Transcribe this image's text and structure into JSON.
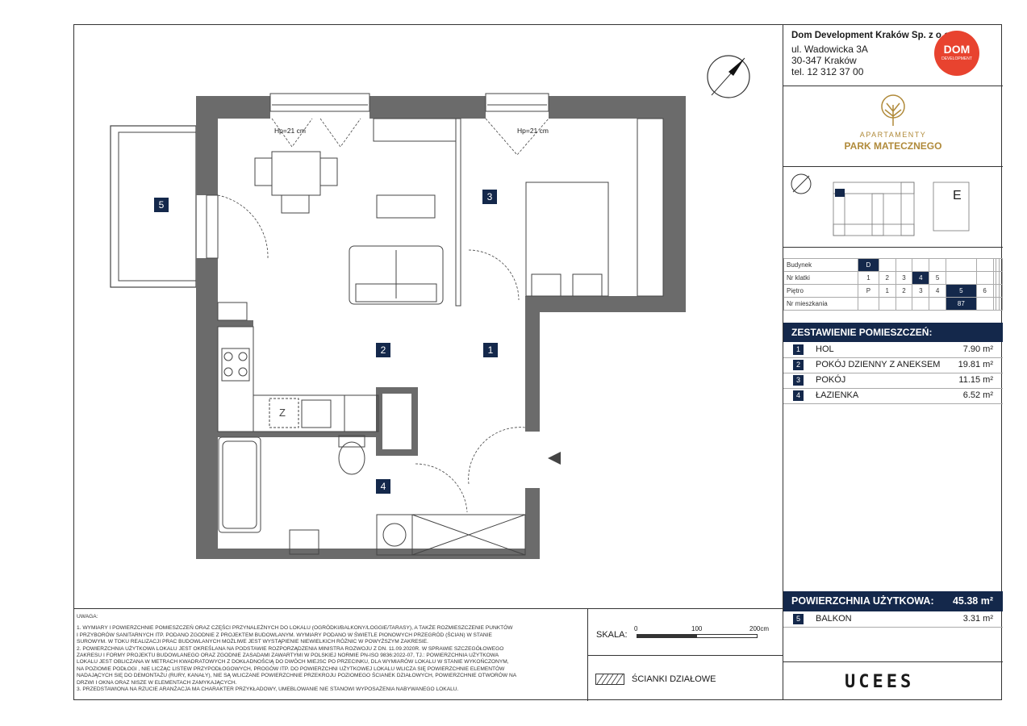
{
  "company": {
    "name": "Dom Development Kraków Sp. z o.o.",
    "street": "ul. Wadowicka 3A",
    "city": "30-347 Kraków",
    "phone": "tel. 12 312 37 00",
    "logo_text": "DOM",
    "logo_sub": "DEVELOPMENT"
  },
  "brand": {
    "line1": "APARTAMENTY",
    "line2": "PARK MATECZNEGO"
  },
  "keyplan": {
    "building_letter": "E"
  },
  "selector": {
    "rows": [
      {
        "label": "Budynek",
        "cells": [
          "D",
          "",
          "",
          "",
          "",
          "",
          "",
          "",
          "",
          ""
        ],
        "selected": 0
      },
      {
        "label": "Nr klatki",
        "cells": [
          "1",
          "2",
          "3",
          "4",
          "5",
          "",
          "",
          "",
          "",
          ""
        ],
        "selected": 3
      },
      {
        "label": "Piętro",
        "cells": [
          "P",
          "1",
          "2",
          "3",
          "4",
          "5",
          "6",
          "",
          "",
          ""
        ],
        "selected": 5
      },
      {
        "label": "Nr mieszkania",
        "cells": [
          "",
          "",
          "",
          "",
          "",
          "87",
          "",
          "",
          "",
          ""
        ],
        "selected": 5
      }
    ]
  },
  "rooms": {
    "heading": "ZESTAWIENIE POMIESZCZEŃ:",
    "items": [
      {
        "num": "1",
        "name": "HOL",
        "area": "7.90 m²"
      },
      {
        "num": "2",
        "name": "POKÓJ DZIENNY Z ANEKSEM",
        "area": "19.81 m²"
      },
      {
        "num": "3",
        "name": "POKÓJ",
        "area": "11.15 m²"
      },
      {
        "num": "4",
        "name": "ŁAZIENKA",
        "area": "6.52 m²"
      }
    ]
  },
  "total": {
    "label": "POWIERZCHNIA UŻYTKOWA:",
    "value": "45.38 m²"
  },
  "balcony": {
    "num": "5",
    "name": "BALKON",
    "area": "3.31 m²"
  },
  "plan": {
    "window_height_1": "Hp=21 cm",
    "window_height_2": "Hp=21 cm",
    "room_labels": [
      "5",
      "2",
      "3",
      "1",
      "4"
    ],
    "fridge_label": "Z"
  },
  "notes": {
    "title": "UWAGA:",
    "lines": [
      "1. WYMIARY I POWIERZCHNIE POMIESZCZEŃ ORAZ CZĘŚCI PRZYNALEŻNYCH DO LOKALU (OGRÓDKI/BALKONY/LOGGIE/TARASY), A TAKŻE ROZMIESZCZENIE PUNKTÓW",
      "I PRZYBORÓW SANITARNYCH ITP. PODANO ZGODNIE Z PROJEKTEM BUDOWLANYM. WYMIARY PODANO W ŚWIETLE PIONOWYCH PRZEGRÓD (ŚCIAN) W STANIE",
      "SUROWYM. W TOKU REALIZACJI PRAC BUDOWLANYCH MOŻLIWE JEST WYSTĄPIENIE NIEWIELKICH RÓŻNIC W POWYŻSZYM ZAKRESIE.",
      "2. POWIERZCHNIA UŻYTKOWA LOKALU JEST OKREŚLANA NA PODSTAWIE ROZPORZĄDZENIA MINISTRA ROZWOJU Z DN. 11.09.2020R. W SPRAWIE SZCZEGÓŁOWEGO",
      "ZAKRESU I FORMY PROJEKTU BUDOWLANEGO ORAZ ZGODNIE ZASADAMI ZAWARTYMI W POLSKIEJ NORMIE PN-ISO 9836:2022-07, TJ.: POWIERZCHNIA UŻYTKOWA",
      "LOKALU JEST OBLICZANA W METRACH KWADRATOWYCH Z DOKŁADNOŚCIĄ DO DWÓCH MIEJSC PO PRZECINKU, DLA WYMIARÓW LOKALU W STANIE WYKOŃCZONYM,",
      "NA POZIOMIE PODŁOGI , NIE LICZĄC LISTEW PRZYPODŁOGOWYCH, PROGÓW ITP. DO POWIERZCHNI UŻYTKOWEJ LOKALU WLICZA SIĘ POWIERZCHNIE ELEMENTÓW",
      "NADAJĄCYCH SIĘ DO DEMONTAŻU (RURY, KANAŁY), NIE SĄ WLICZANE POWIERZCHNIE PRZEKROJU POZIOMEGO ŚCIANEK DZIAŁOWYCH, POWIERZCHNIE OTWORÓW NA",
      "DRZWI I OKNA ORAZ NISZE W ELEMENTACH ZAMYKAJĄCYCH.",
      "3. PRZEDSTAWIONA NA RZUCIE ARANŻACJA MA CHARAKTER PRZYKŁADOWY, UMEBLOWANIE NIE STANOWI WYPOSAŻENIA NABYWANEGO LOKALU."
    ]
  },
  "scale": {
    "label": "SKALA:",
    "ticks": [
      "0",
      "100",
      "200cm"
    ]
  },
  "legend": {
    "partition_walls": "ŚCIANKI DZIAŁOWE"
  },
  "footer_logo": "UCEES",
  "colors": {
    "navy": "#14284b",
    "wall": "#6b6b6b",
    "logo_orange": "#e8432f",
    "gold": "#b08a3a"
  }
}
